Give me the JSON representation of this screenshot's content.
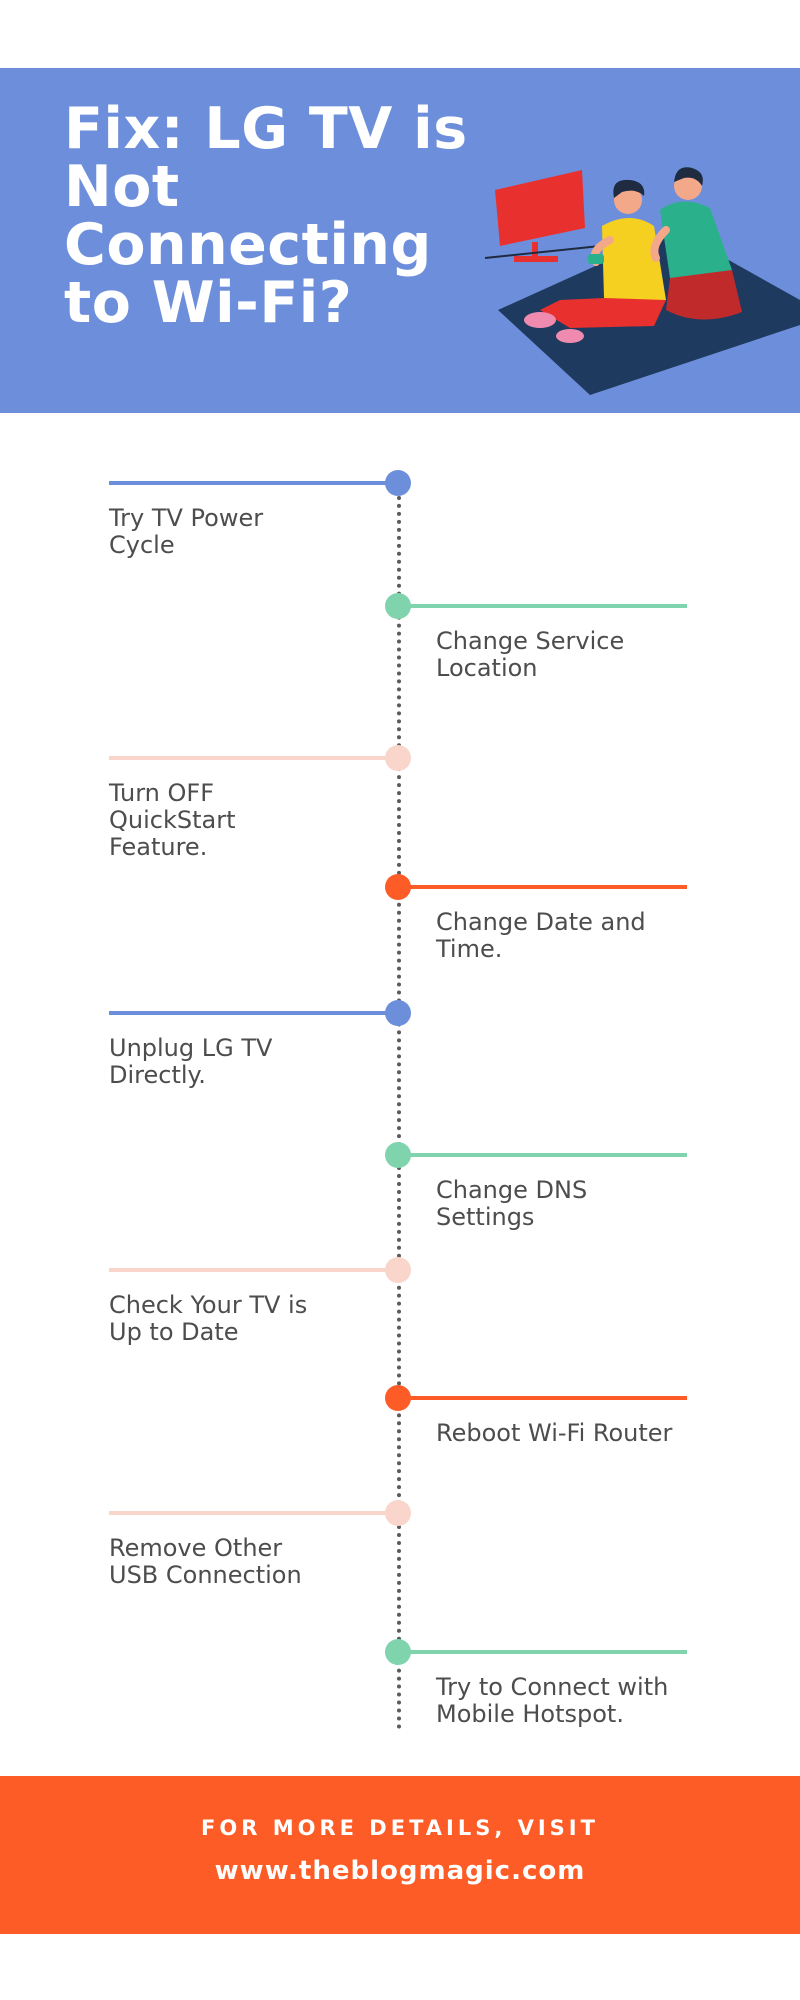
{
  "header": {
    "title_lines": [
      "Fix: LG TV is",
      "Not",
      "Connecting",
      "to Wi-Fi?"
    ],
    "background": "#6d8fdb"
  },
  "steps": [
    {
      "label": "Try TV Power Cycle",
      "color": "#6d8fdb",
      "side": "left"
    },
    {
      "label": "Change Service Location",
      "color": "#7fd4ad",
      "side": "right"
    },
    {
      "label": "Turn OFF QuickStart Feature.",
      "color": "#fad5cc",
      "side": "left"
    },
    {
      "label": "Change Date and Time.",
      "color": "#fd5c27",
      "side": "right"
    },
    {
      "label": "Unplug LG TV Directly.",
      "color": "#6d8fdb",
      "side": "left"
    },
    {
      "label": "Change DNS Settings",
      "color": "#7fd4ad",
      "side": "right"
    },
    {
      "label": "Check Your TV is Up to Date",
      "color": "#fad5cc",
      "side": "left"
    },
    {
      "label": "Reboot Wi-Fi Router",
      "color": "#fd5c27",
      "side": "right"
    },
    {
      "label": "Remove Other USB Connection",
      "color": "#fad5cc",
      "side": "left"
    },
    {
      "label": "Try to Connect with Mobile Hotspot.",
      "color": "#7fd4ad",
      "side": "right"
    }
  ],
  "footer": {
    "line1": "FOR MORE DETAILS, VISIT",
    "line2": "www.theblogmagic.com",
    "background": "#fd5c27"
  }
}
